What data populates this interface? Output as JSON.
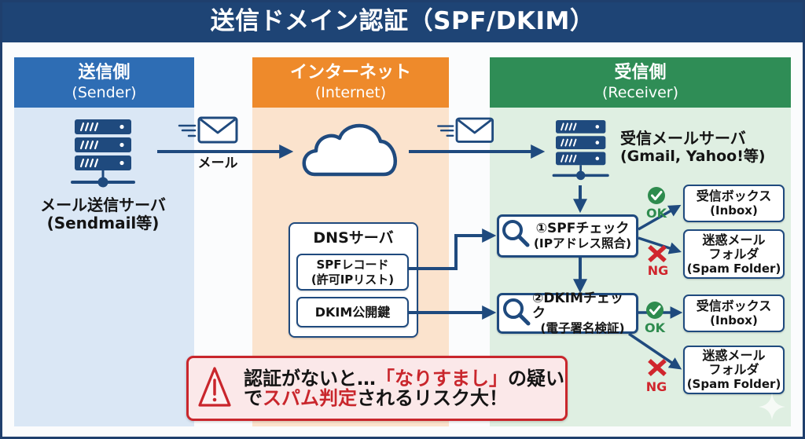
{
  "title": "送信ドメイン認証（SPF/DKIM）",
  "columns": [
    {
      "id": "sender",
      "title": "送信側",
      "subtitle": "(Sender)"
    },
    {
      "id": "internet",
      "title": "インターネット",
      "subtitle": "(Internet)"
    },
    {
      "id": "receiver",
      "title": "受信側",
      "subtitle": "(Receiver)"
    }
  ],
  "sender": {
    "server_label": "メール送信サーバ",
    "server_sublabel": "(Sendmail等)",
    "mail_label": "メール"
  },
  "receiver": {
    "server_label": "受信メールサーバ",
    "server_sublabel": "(Gmail, Yahoo!等)"
  },
  "dns": {
    "title": "DNSサーバ",
    "spf_record": {
      "line1": "SPFレコード",
      "line2": "(許可IPリスト)"
    },
    "dkim_key": "DKIM公開鍵"
  },
  "checks": [
    {
      "title": "①SPFチェック",
      "subtitle": "(IPアドレス照合)",
      "ok_label": "OK",
      "ng_label": "NG",
      "ok_dest": {
        "line1": "受信ボックス",
        "line2": "(Inbox)"
      },
      "ng_dest": {
        "line1": "迷惑メール",
        "line2": "フォルダ",
        "line3": "(Spam Folder)"
      }
    },
    {
      "title": "②DKIMチェック",
      "subtitle": "(電子署名検証)",
      "ok_label": "OK",
      "ng_label": "NG",
      "ok_dest": {
        "line1": "受信ボックス",
        "line2": "(Inbox)"
      },
      "ng_dest": {
        "line1": "迷惑メール",
        "line2": "フォルダ",
        "line3": "(Spam Folder)"
      }
    }
  ],
  "warning": {
    "line1": [
      "認証がないと…",
      "「なりすまし」",
      "の疑い"
    ],
    "line2": [
      "で",
      "スパム判定",
      "されるリスク大！"
    ]
  },
  "icons": [
    "server-icon",
    "envelope-icon",
    "cloud-icon",
    "magnifier-icon",
    "check-circle-icon",
    "cross-icon",
    "warning-triangle-icon",
    "sparkle-icon"
  ],
  "colors": {
    "frame": "#1f3f6d",
    "title_bar": "#1e4475",
    "sender": "#2e6db4",
    "sender_bg": "#dae7f5",
    "internet": "#ee8a2b",
    "internet_bg": "#fbe3cd",
    "receiver": "#2f8d56",
    "receiver_bg": "#dfefe2",
    "navy": "#1f4a7e",
    "ok": "#2e8b4e",
    "ng": "#d0262d",
    "warning_border": "#c9262c",
    "warning_bg": "#fbe8e9",
    "text": "#141414"
  }
}
